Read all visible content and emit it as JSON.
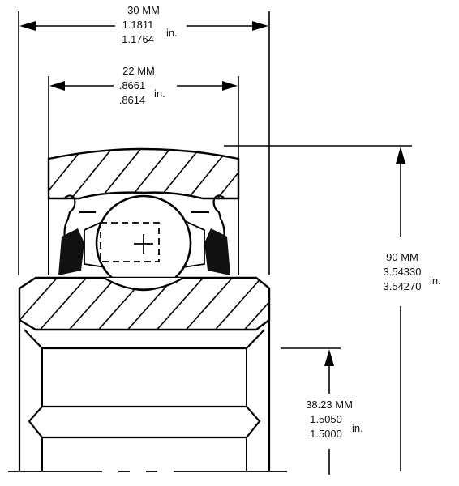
{
  "dimensions": {
    "top_width": {
      "metric": "30 MM",
      "inch_max": "1.1811",
      "inch_min": "1.1764",
      "unit": "in."
    },
    "inner_width": {
      "metric": "22 MM",
      "inch_max": ".8661",
      "inch_min": ".8614",
      "unit": "in."
    },
    "outer_diameter": {
      "metric": "90 MM",
      "inch_max": "3.54330",
      "inch_min": "3.54270",
      "unit": "in."
    },
    "bore_diameter": {
      "metric": "38.23 MM",
      "inch_max": "1.5050",
      "inch_min": "1.5000",
      "unit": "in."
    }
  }
}
